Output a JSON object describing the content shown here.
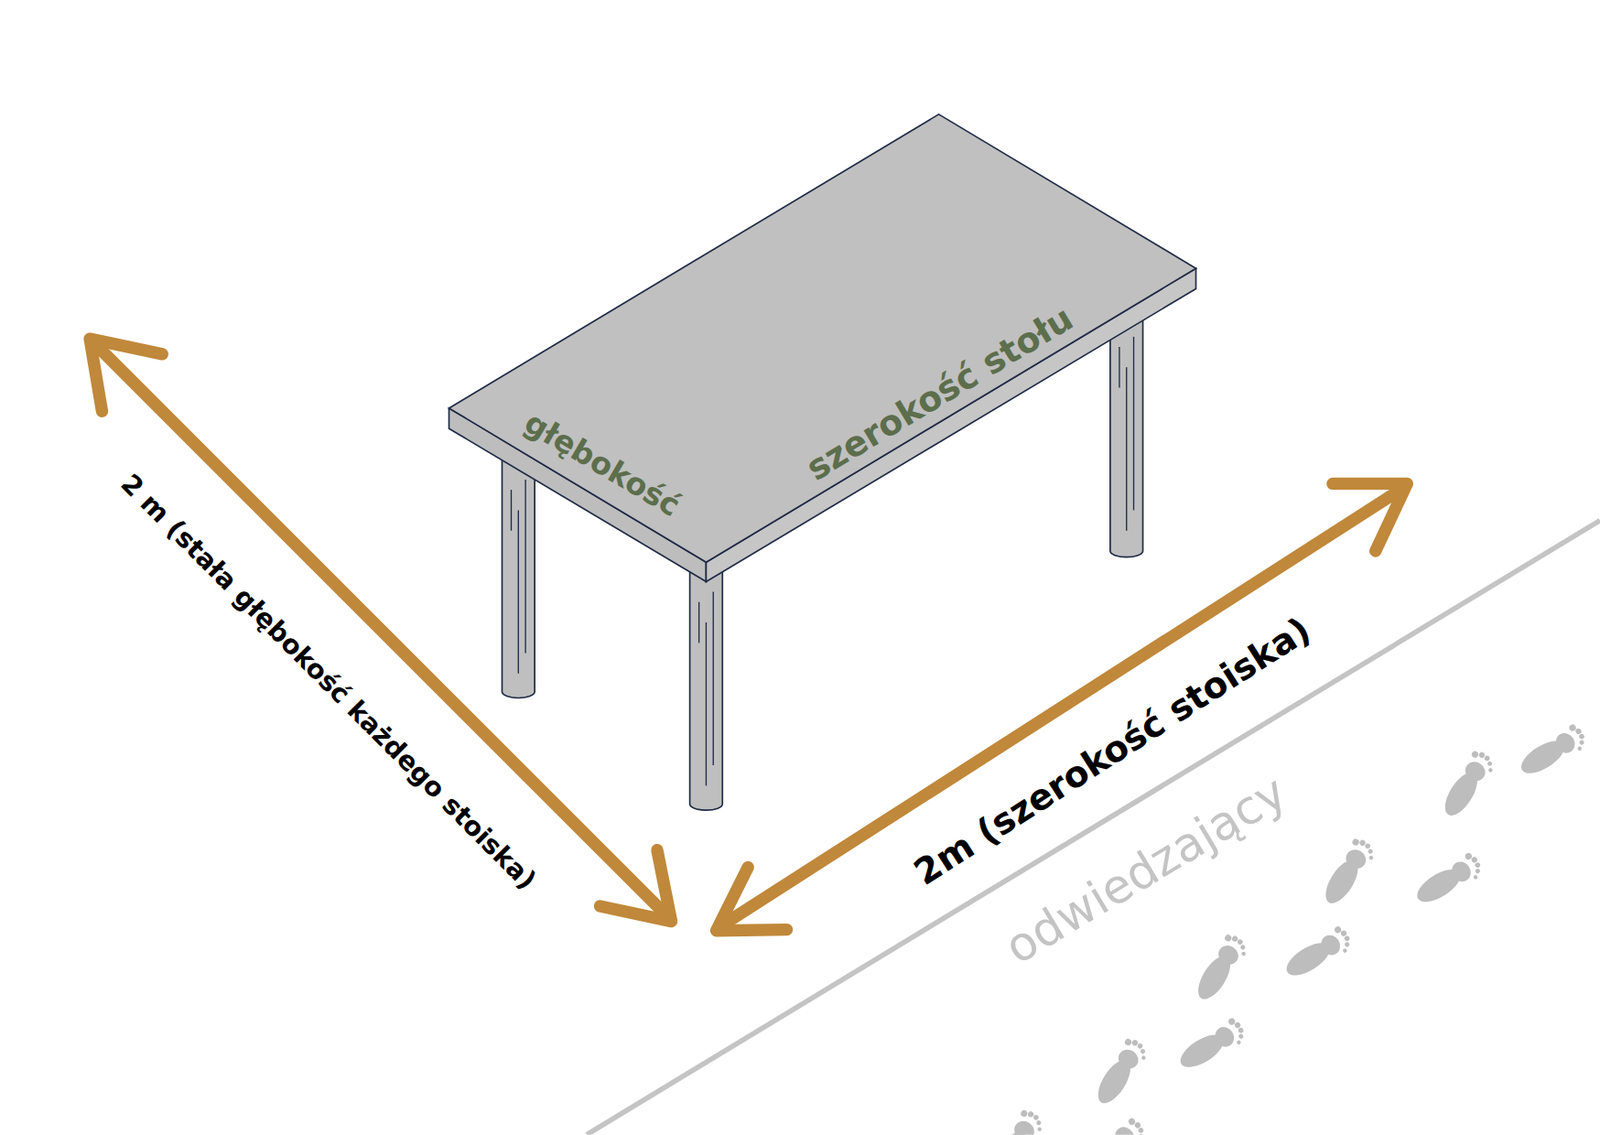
{
  "diagram": {
    "labels": [
      "głębokość",
      "szerokość stołu",
      "2 m (stała głębokość każdego stoiska)",
      "2m (szerokość stoiska)",
      "odwiedzający"
    ]
  }
}
